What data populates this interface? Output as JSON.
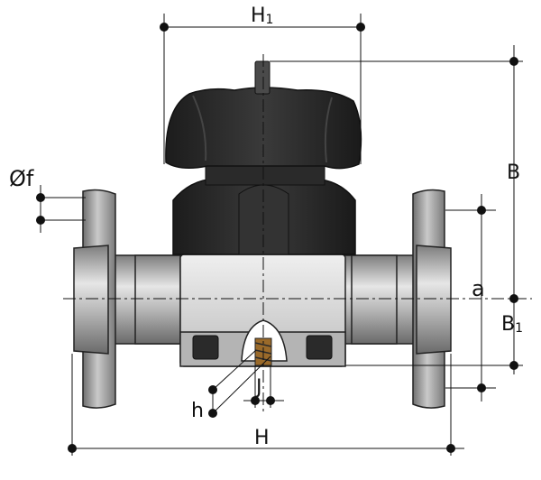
{
  "labels": {
    "h1": "H",
    "h1_sub": "1",
    "b": "B",
    "b1": "B",
    "b1_sub": "1",
    "a": "a",
    "of": "Øf",
    "h_small": "h",
    "j": "J",
    "h_total": "H"
  },
  "colors": {
    "body_dark": "#2b2b2b",
    "body_grey": "#8f8f8f",
    "body_light": "#d6d6d6",
    "line": "#111111"
  }
}
